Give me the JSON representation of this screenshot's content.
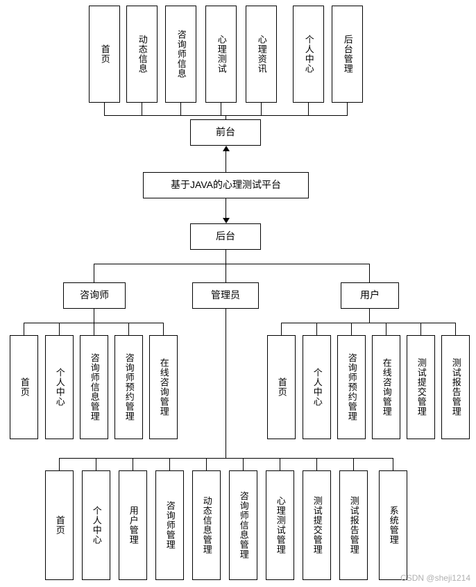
{
  "diagram": {
    "title_box": "基于JAVA的心理测试平台",
    "frontend_box": "前台",
    "backend_box": "后台",
    "roles": {
      "counselor": "咨询师",
      "admin": "管理员",
      "user": "用户"
    },
    "frontend_menu": [
      "首页",
      "动态信息",
      "咨询师信息",
      "心理测试",
      "心理资讯",
      "个人中心",
      "后台管理"
    ],
    "counselor_menu": [
      "首页",
      "个人中心",
      "咨询师信息管理",
      "咨询师预约管理",
      "在线咨询管理"
    ],
    "user_menu": [
      "首页",
      "个人中心",
      "咨询师预约管理",
      "在线咨询管理",
      "测试提交管理",
      "测试报告管理"
    ],
    "admin_menu": [
      "首页",
      "个人中心",
      "用户管理",
      "咨询师管理",
      "动态信息管理",
      "咨询师信息管理",
      "心理测试管理",
      "测试提交管理",
      "测试报告管理",
      "系统管理"
    ]
  },
  "watermark": "CSDN @sheji1214"
}
